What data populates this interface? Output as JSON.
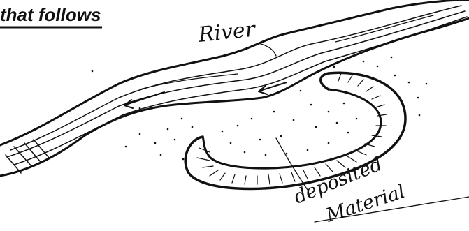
{
  "heading": "that follows",
  "labels": {
    "river": "River",
    "deposited_line1": "deposited",
    "deposited_line2": "Material"
  },
  "colors": {
    "ink": "#111111",
    "paper": "#ffffff"
  }
}
